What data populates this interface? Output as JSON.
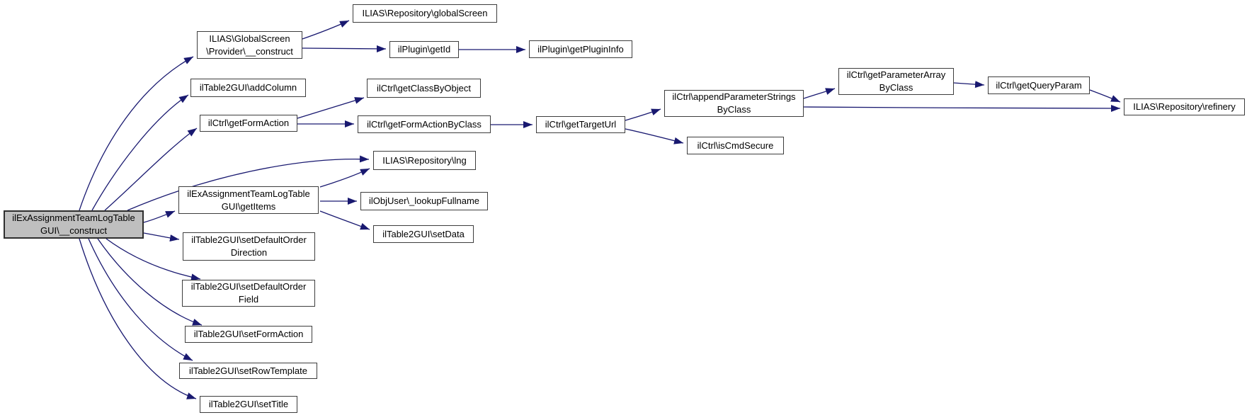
{
  "diagram": {
    "type": "call-graph",
    "root_function": "ilExAssignmentTeamLogTableGUI\\__construct",
    "colors": {
      "edge": "#191970",
      "node_fill": "#ffffff",
      "node_border": "#3d3d3d",
      "root_node_fill": "#bfbfbf",
      "background": "#ffffff",
      "text": "#000000"
    }
  },
  "nodes": [
    {
      "id": "construct",
      "label": "ilExAssignmentTeamLogTable\nGUI\\__construct"
    },
    {
      "id": "provider-construct",
      "label": "ILIAS\\GlobalScreen\n\\Provider\\__construct"
    },
    {
      "id": "repository-globalscreen",
      "label": "ILIAS\\Repository\\globalScreen"
    },
    {
      "id": "ilplugin-getid",
      "label": "ilPlugin\\getId"
    },
    {
      "id": "ilplugin-getplugininfo",
      "label": "ilPlugin\\getPluginInfo"
    },
    {
      "id": "addcolumn",
      "label": "ilTable2GUI\\addColumn"
    },
    {
      "id": "getclassbyobject",
      "label": "ilCtrl\\getClassByObject"
    },
    {
      "id": "getformaction",
      "label": "ilCtrl\\getFormAction"
    },
    {
      "id": "getformactionbyclass",
      "label": "ilCtrl\\getFormActionByClass"
    },
    {
      "id": "gettargeturl",
      "label": "ilCtrl\\getTargetUrl"
    },
    {
      "id": "appendparameterstrings",
      "label": "ilCtrl\\appendParameterStrings\nByClass"
    },
    {
      "id": "iscmdsecure",
      "label": "ilCtrl\\isCmdSecure"
    },
    {
      "id": "getparameterarray",
      "label": "ilCtrl\\getParameterArray\nByClass"
    },
    {
      "id": "getqueryparam",
      "label": "ilCtrl\\getQueryParam"
    },
    {
      "id": "repository-refinery",
      "label": "ILIAS\\Repository\\refinery"
    },
    {
      "id": "repository-lng",
      "label": "ILIAS\\Repository\\lng"
    },
    {
      "id": "getitems",
      "label": "ilExAssignmentTeamLogTable\nGUI\\getItems"
    },
    {
      "id": "lookupfullname",
      "label": "ilObjUser\\_lookupFullname"
    },
    {
      "id": "setdata",
      "label": "ilTable2GUI\\setData"
    },
    {
      "id": "setdefaultorderdirection",
      "label": "ilTable2GUI\\setDefaultOrder\nDirection"
    },
    {
      "id": "setdefaultorderfield",
      "label": "ilTable2GUI\\setDefaultOrder\nField"
    },
    {
      "id": "setformaction",
      "label": "ilTable2GUI\\setFormAction"
    },
    {
      "id": "setrowtemplate",
      "label": "ilTable2GUI\\setRowTemplate"
    },
    {
      "id": "settitle",
      "label": "ilTable2GUI\\setTitle"
    }
  ],
  "edges": [
    {
      "from": "construct",
      "to": "provider-construct"
    },
    {
      "from": "construct",
      "to": "addcolumn"
    },
    {
      "from": "construct",
      "to": "getformaction"
    },
    {
      "from": "construct",
      "to": "repository-lng"
    },
    {
      "from": "construct",
      "to": "getitems"
    },
    {
      "from": "construct",
      "to": "setdefaultorderdirection"
    },
    {
      "from": "construct",
      "to": "setdefaultorderfield"
    },
    {
      "from": "construct",
      "to": "setformaction"
    },
    {
      "from": "construct",
      "to": "setrowtemplate"
    },
    {
      "from": "construct",
      "to": "settitle"
    },
    {
      "from": "provider-construct",
      "to": "repository-globalscreen"
    },
    {
      "from": "provider-construct",
      "to": "ilplugin-getid"
    },
    {
      "from": "ilplugin-getid",
      "to": "ilplugin-getplugininfo"
    },
    {
      "from": "getformaction",
      "to": "getclassbyobject"
    },
    {
      "from": "getformaction",
      "to": "getformactionbyclass"
    },
    {
      "from": "getformactionbyclass",
      "to": "gettargeturl"
    },
    {
      "from": "gettargeturl",
      "to": "appendparameterstrings"
    },
    {
      "from": "gettargeturl",
      "to": "iscmdsecure"
    },
    {
      "from": "appendparameterstrings",
      "to": "getparameterarray"
    },
    {
      "from": "appendparameterstrings",
      "to": "repository-refinery"
    },
    {
      "from": "getparameterarray",
      "to": "getqueryparam"
    },
    {
      "from": "getqueryparam",
      "to": "repository-refinery"
    },
    {
      "from": "getitems",
      "to": "repository-lng"
    },
    {
      "from": "getitems",
      "to": "lookupfullname"
    },
    {
      "from": "getitems",
      "to": "setdata"
    }
  ]
}
